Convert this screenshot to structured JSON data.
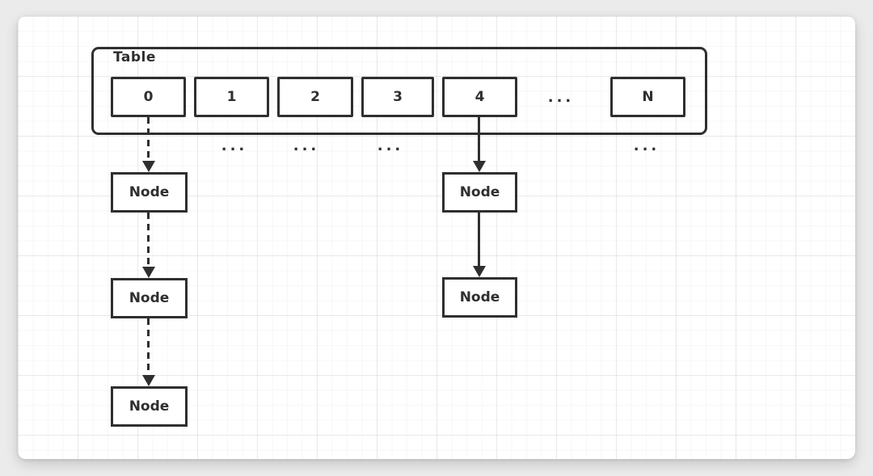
{
  "diagram": {
    "table": {
      "label": "Table",
      "buckets": [
        "0",
        "1",
        "2",
        "3",
        "4",
        "N"
      ],
      "inner_ellipsis": "..."
    },
    "below_ellipses": [
      "...",
      "...",
      "...",
      "..."
    ],
    "chains": {
      "bucket0": {
        "style": "dashed",
        "nodes": [
          "Node",
          "Node",
          "Node"
        ]
      },
      "bucket4": {
        "style": "solid",
        "nodes": [
          "Node",
          "Node"
        ]
      }
    },
    "colors": {
      "stroke": "#2f2f2f",
      "card_bg": "#ffffff",
      "page_bg": "#ebebeb"
    }
  }
}
